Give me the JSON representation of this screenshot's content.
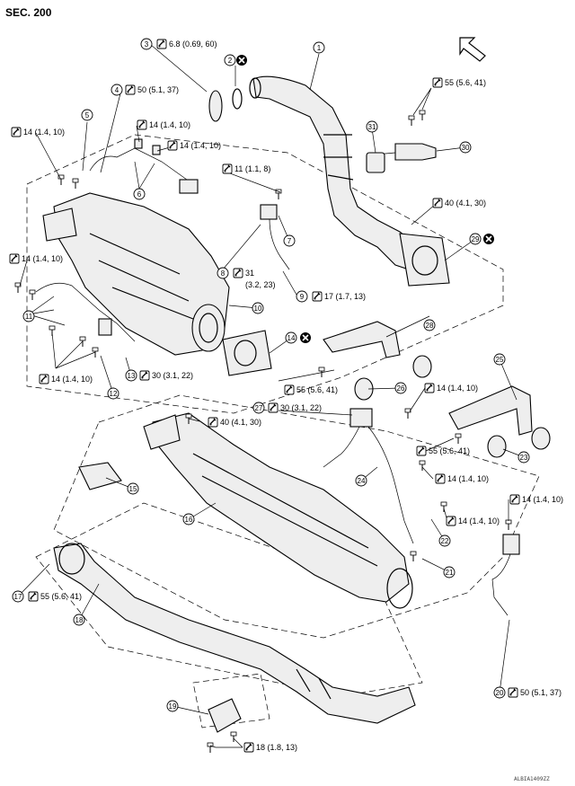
{
  "header": {
    "section": "SEC. 200"
  },
  "footer": {
    "code": "ALBIA1409ZZ"
  },
  "callouts": [
    {
      "id": "1"
    },
    {
      "id": "2"
    },
    {
      "id": "3"
    },
    {
      "id": "4"
    },
    {
      "id": "5"
    },
    {
      "id": "6"
    },
    {
      "id": "7"
    },
    {
      "id": "8"
    },
    {
      "id": "9"
    },
    {
      "id": "10"
    },
    {
      "id": "11"
    },
    {
      "id": "12"
    },
    {
      "id": "13"
    },
    {
      "id": "14"
    },
    {
      "id": "15"
    },
    {
      "id": "16"
    },
    {
      "id": "17"
    },
    {
      "id": "18"
    },
    {
      "id": "19"
    },
    {
      "id": "20"
    },
    {
      "id": "21"
    },
    {
      "id": "22"
    },
    {
      "id": "23"
    },
    {
      "id": "24"
    },
    {
      "id": "25"
    },
    {
      "id": "26"
    },
    {
      "id": "27"
    },
    {
      "id": "28"
    },
    {
      "id": "29"
    },
    {
      "id": "30"
    },
    {
      "id": "31"
    }
  ],
  "torques": [
    {
      "text": "6.8 (0.69, 60)"
    },
    {
      "text": "50 (5.1, 37)"
    },
    {
      "text": "14 (1.4, 10)"
    },
    {
      "text": "14 (1.4, 10)"
    },
    {
      "text": "14 (1.4, 10)"
    },
    {
      "text": "11 (1.1, 8)"
    },
    {
      "text": "14 (1.4, 10)"
    },
    {
      "text": "31"
    },
    {
      "text": "(3.2, 23)"
    },
    {
      "text": "17 (1.7, 13)"
    },
    {
      "text": "14 (1.4, 10)"
    },
    {
      "text": "30 (3.1, 22)"
    },
    {
      "text": "55 (5.6, 41)"
    },
    {
      "text": "40 (4.1, 30)"
    },
    {
      "text": "55 (5.6, 41)"
    },
    {
      "text": "14 (1.4, 10)"
    },
    {
      "text": "30 (3.1, 22)"
    },
    {
      "text": "40 (4.1, 30)"
    },
    {
      "text": "55 (5.6, 41)"
    },
    {
      "text": "14 (1.4, 10)"
    },
    {
      "text": "14 (1.4, 10)"
    },
    {
      "text": "14 (1.4, 10)"
    },
    {
      "text": "55 (5.6, 41)"
    },
    {
      "text": "50 (5.1, 37)"
    },
    {
      "text": "18 (1.8, 13)"
    }
  ]
}
